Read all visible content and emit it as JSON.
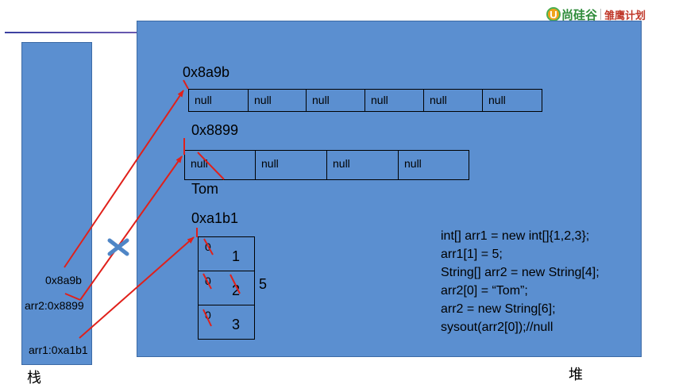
{
  "logo": {
    "mark": "U",
    "brand": "尚硅谷",
    "sub": "雏鹰计划"
  },
  "panels": {
    "stack_label": "栈",
    "heap_label": "堆"
  },
  "stack_vars": {
    "old_ref": "0x8a9b",
    "arr2": "arr2:0x8899",
    "arr1": "arr1:0xa1b1"
  },
  "heap": {
    "string_array_6": {
      "address": "0x8a9b",
      "cells": [
        "null",
        "null",
        "null",
        "null",
        "null",
        "null"
      ]
    },
    "string_array_4": {
      "address": "0x8899",
      "cells": [
        "null",
        "null",
        "null",
        "null"
      ],
      "assigned_value": "Tom"
    },
    "int_array": {
      "address": "0xa1b1",
      "cells": [
        {
          "old": "0",
          "new": "1"
        },
        {
          "old": "0",
          "new": "2"
        },
        {
          "old": "0",
          "new": "3"
        }
      ],
      "assigned_value": "5"
    }
  },
  "code": [
    "int[] arr1 = new int[]{1,2,3};",
    "arr1[1] = 5;",
    "String[] arr2 = new String[4];",
    "arr2[0] = “Tom”;",
    "arr2 = new String[6];",
    "sysout(arr2[0]);//null"
  ],
  "colors": {
    "panel_fill": "#5b8fd0",
    "arrow": "#e0201a",
    "cross_mark": "#4f86c6"
  }
}
